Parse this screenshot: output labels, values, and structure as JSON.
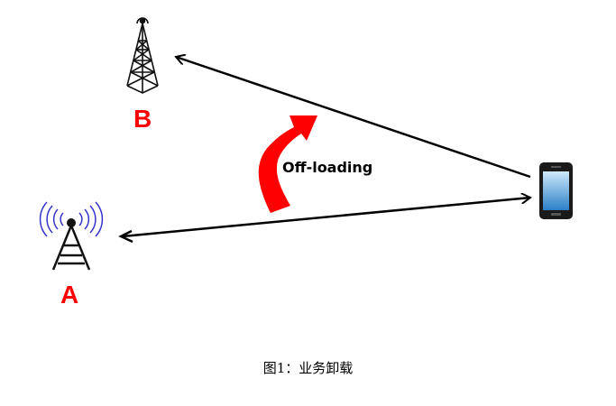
{
  "labels": {
    "tower_b": "B",
    "tower_a": "A",
    "arrow": "Off-loading"
  },
  "caption": "图1：业务卸载",
  "colors": {
    "label": "#ff0000",
    "offload_arrow": "#ff0000",
    "signal": "#3333cc"
  }
}
